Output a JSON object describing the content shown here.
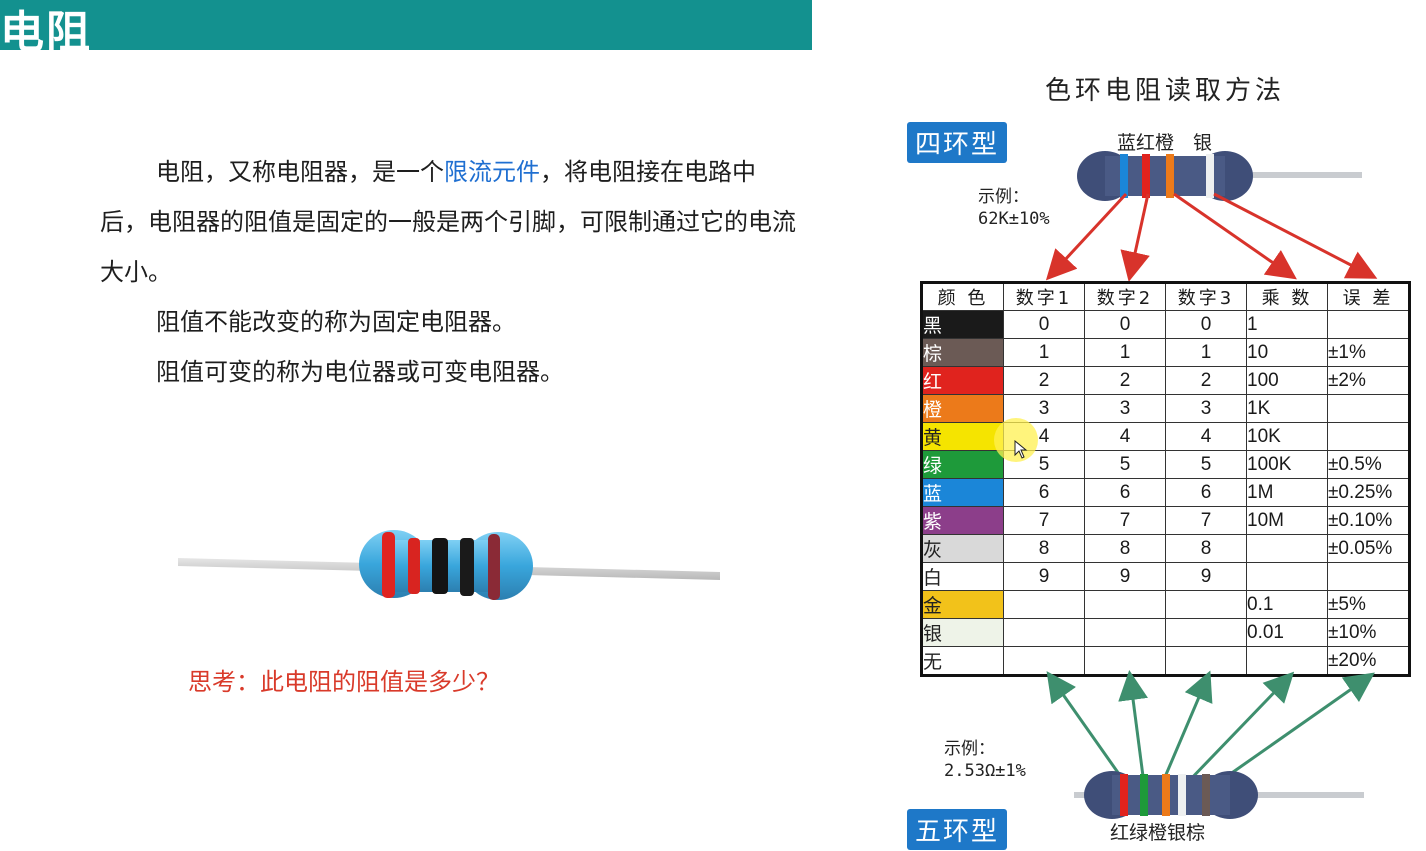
{
  "slide": {
    "title": "电阻",
    "para1_a": "电阻，又称电阻器，是一个",
    "para1_link": "限流元件",
    "para1_b": "，将电阻接在电路中后，电阻器的阻值是固定的一般是两个引脚，可限制通过它的电流大小。",
    "para2": "阻值不能改变的称为固定电阻器。",
    "para3": "阻值可变的称为电位器或可变电阻器。",
    "question": "思考：此电阻的阻值是多少？"
  },
  "diagram": {
    "title": "色环电阻读取方法",
    "four_band": {
      "badge": "四环型",
      "bands_label": "蓝红橙　银",
      "example_label": "示例：",
      "example_value": "62K±10%"
    },
    "five_band": {
      "badge": "五环型",
      "bands_label": "红绿橙银棕",
      "example_label": "示例：",
      "example_value": "2.53Ω±1%"
    },
    "headers": [
      "颜 色",
      "数字1",
      "数字2",
      "数字3",
      "乘 数",
      "误 差"
    ],
    "rows": [
      {
        "color": "黑",
        "bg": "#1a1a1a",
        "fg": "#ffffff",
        "d1": "0",
        "d2": "0",
        "d3": "0",
        "mult": "1",
        "tol": ""
      },
      {
        "color": "棕",
        "bg": "#6b5a55",
        "fg": "#ffffff",
        "d1": "1",
        "d2": "1",
        "d3": "1",
        "mult": "10",
        "tol": "±1%"
      },
      {
        "color": "红",
        "bg": "#e0231e",
        "fg": "#ffffff",
        "d1": "2",
        "d2": "2",
        "d3": "2",
        "mult": "100",
        "tol": "±2%"
      },
      {
        "color": "橙",
        "bg": "#ec7a1a",
        "fg": "#ffffff",
        "d1": "3",
        "d2": "3",
        "d3": "3",
        "mult": "1K",
        "tol": ""
      },
      {
        "color": "黄",
        "bg": "#f5e400",
        "fg": "#222222",
        "d1": "4",
        "d2": "4",
        "d3": "4",
        "mult": "10K",
        "tol": ""
      },
      {
        "color": "绿",
        "bg": "#1e9a3a",
        "fg": "#ffffff",
        "d1": "5",
        "d2": "5",
        "d3": "5",
        "mult": "100K",
        "tol": "±0.5%"
      },
      {
        "color": "蓝",
        "bg": "#1b86d8",
        "fg": "#ffffff",
        "d1": "6",
        "d2": "6",
        "d3": "6",
        "mult": "1M",
        "tol": "±0.25%"
      },
      {
        "color": "紫",
        "bg": "#8c3e8a",
        "fg": "#ffffff",
        "d1": "7",
        "d2": "7",
        "d3": "7",
        "mult": "10M",
        "tol": "±0.10%"
      },
      {
        "color": "灰",
        "bg": "#d9d9d9",
        "fg": "#222222",
        "d1": "8",
        "d2": "8",
        "d3": "8",
        "mult": "",
        "tol": "±0.05%"
      },
      {
        "color": "白",
        "bg": "#ffffff",
        "fg": "#222222",
        "d1": "9",
        "d2": "9",
        "d3": "9",
        "mult": "",
        "tol": ""
      },
      {
        "color": "金",
        "bg": "#f2c21a",
        "fg": "#222222",
        "d1": "",
        "d2": "",
        "d3": "",
        "mult": "0.1",
        "tol": "±5%"
      },
      {
        "color": "银",
        "bg": "#eef3e8",
        "fg": "#222222",
        "d1": "",
        "d2": "",
        "d3": "",
        "mult": "0.01",
        "tol": "±10%"
      },
      {
        "color": "无",
        "bg": "#ffffff",
        "fg": "#222222",
        "d1": "",
        "d2": "",
        "d3": "",
        "mult": "",
        "tol": "±20%"
      }
    ]
  },
  "colors": {
    "title_bar": "#13918f",
    "link": "#1f6fd1",
    "question": "#d93a2a",
    "badge": "#1e78c8",
    "arrow_red": "#d8332b",
    "arrow_green": "#3e8f6e"
  }
}
